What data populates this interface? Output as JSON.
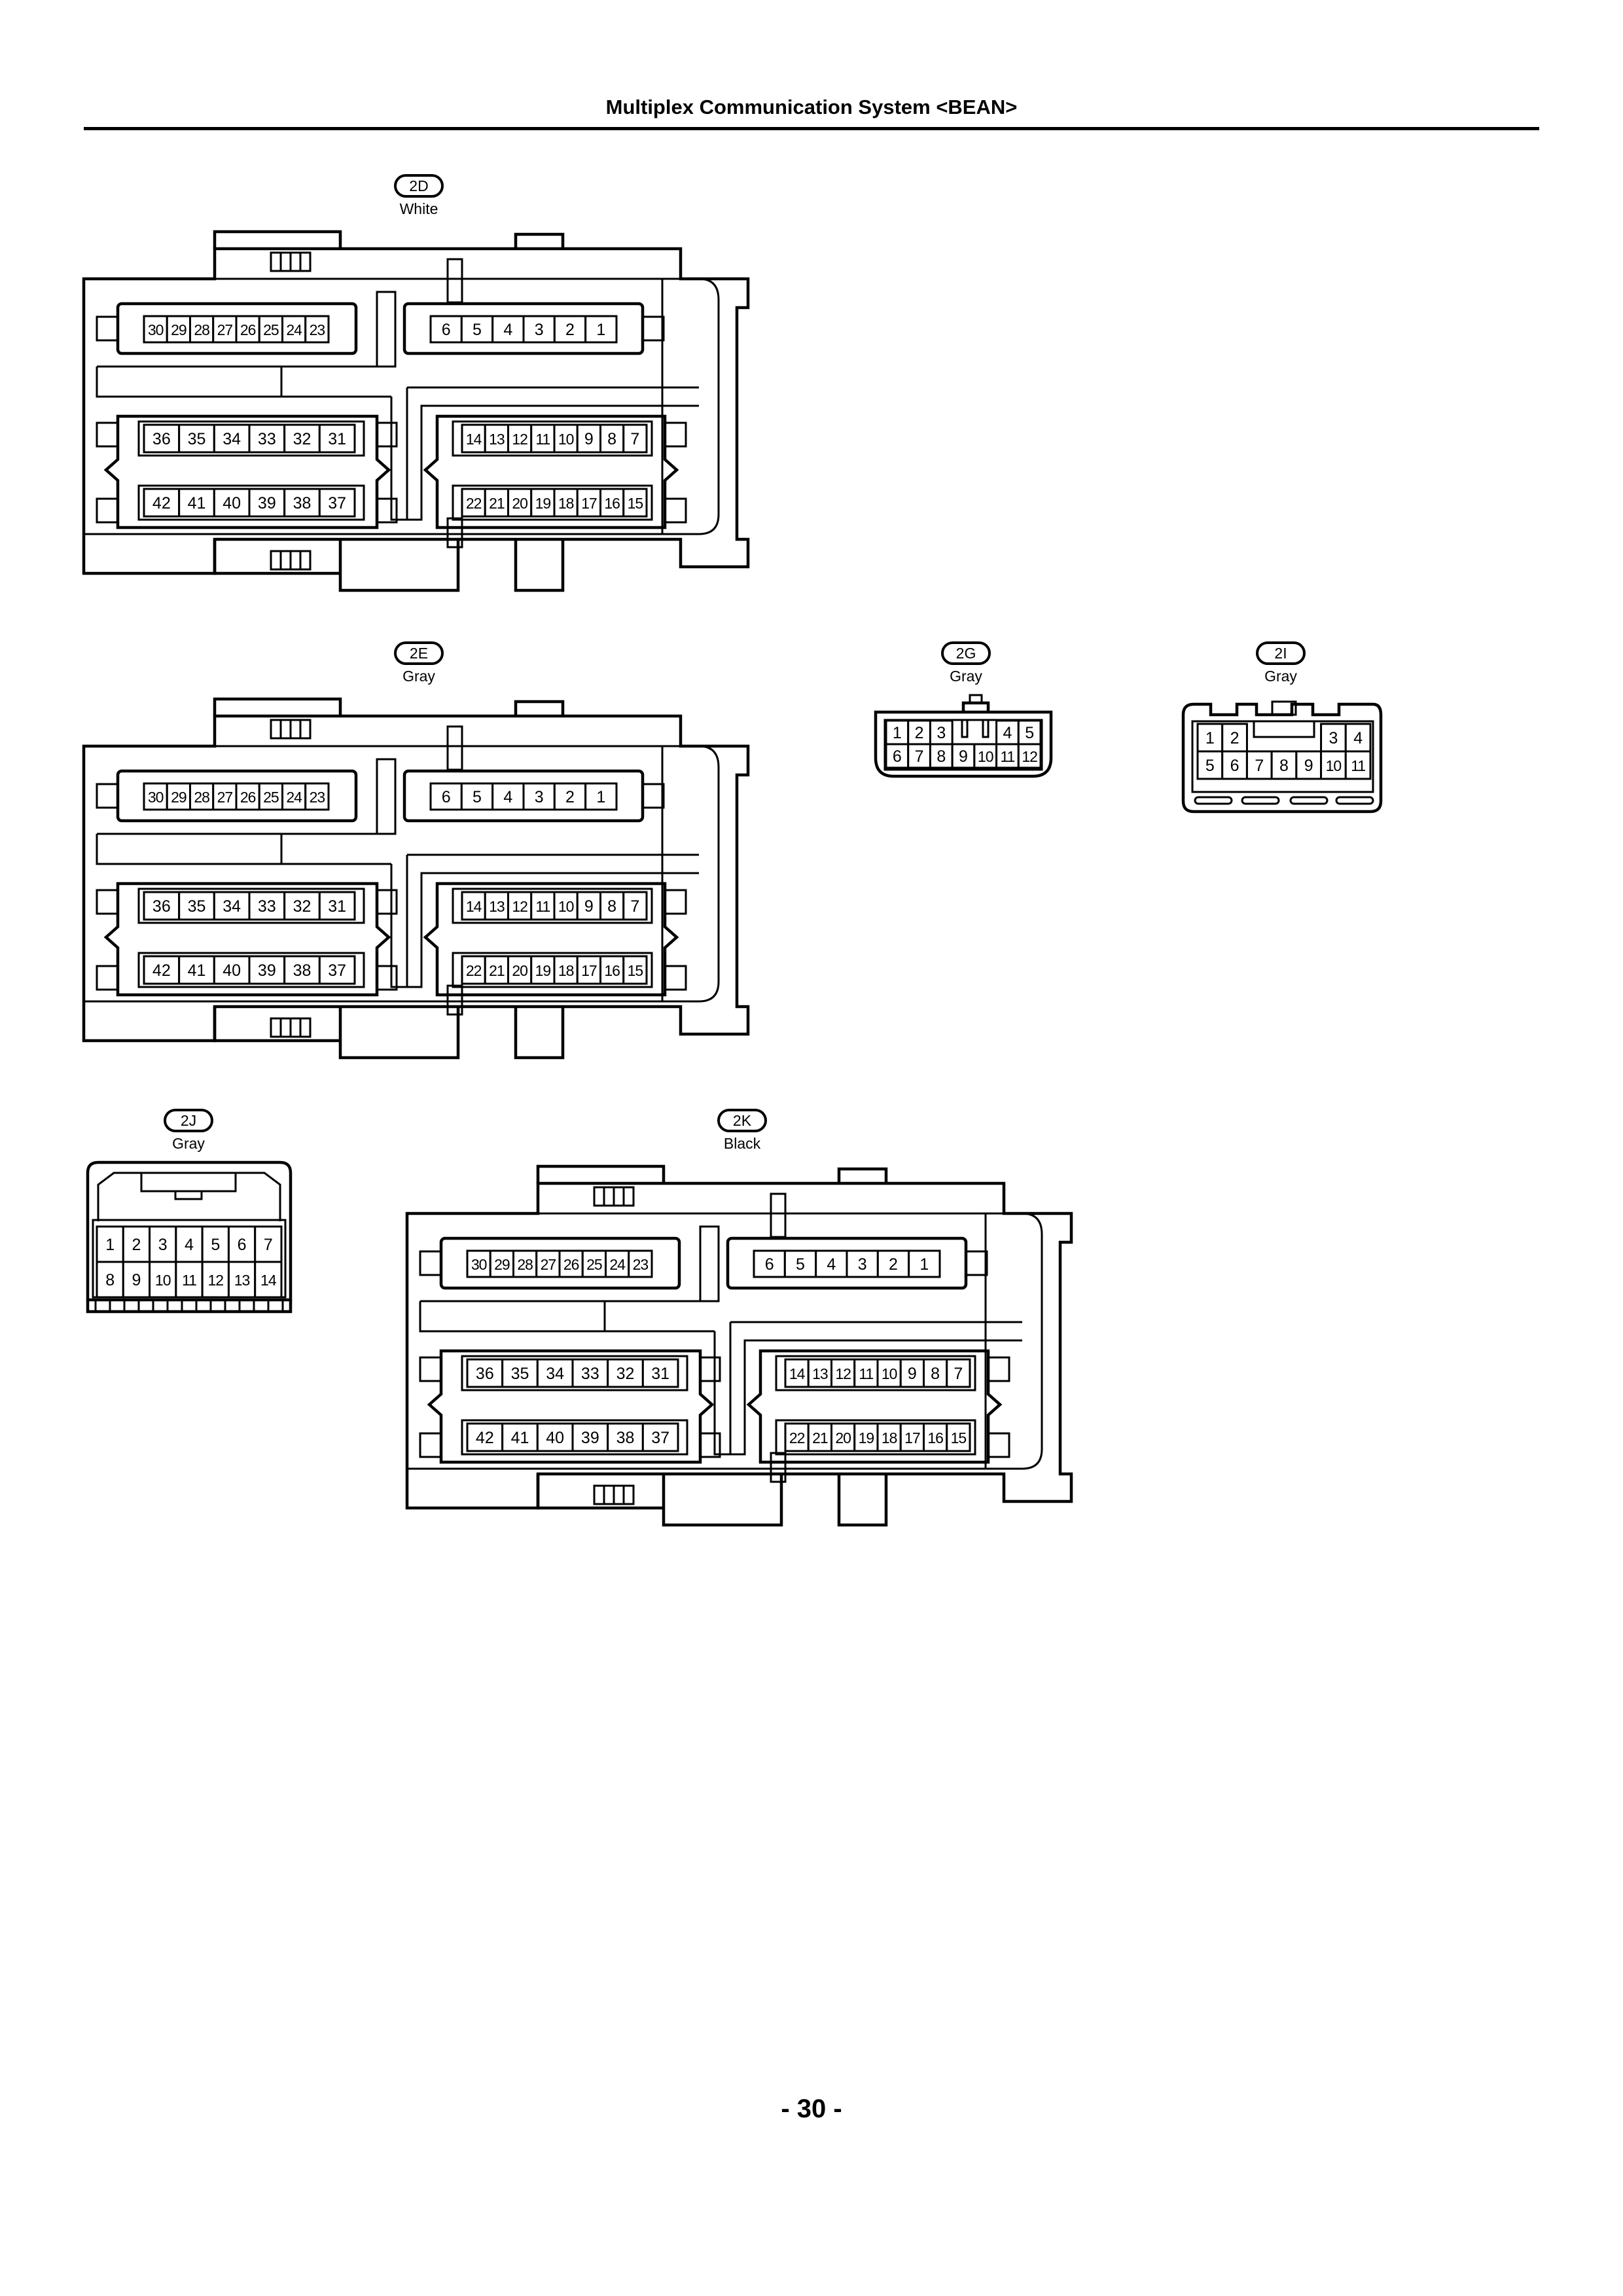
{
  "header": {
    "title": "Multiplex Communication System <BEAN>"
  },
  "footer": {
    "page_number": "- 30 -"
  },
  "big_pin_layout": {
    "row_top_left": [
      "30",
      "29",
      "28",
      "27",
      "26",
      "25",
      "24",
      "23"
    ],
    "row_top_right": [
      "6",
      "5",
      "4",
      "3",
      "2",
      "1"
    ],
    "row_mid_left": [
      "36",
      "35",
      "34",
      "33",
      "32",
      "31"
    ],
    "row_mid_right": [
      "14",
      "13",
      "12",
      "11",
      "10",
      "9",
      "8",
      "7"
    ],
    "row_bot_left": [
      "42",
      "41",
      "40",
      "39",
      "38",
      "37"
    ],
    "row_bot_right": [
      "22",
      "21",
      "20",
      "19",
      "18",
      "17",
      "16",
      "15"
    ]
  },
  "connectors": [
    {
      "id": "2D",
      "color": "White"
    },
    {
      "id": "2E",
      "color": "Gray"
    },
    {
      "id": "2G",
      "color": "Gray",
      "rows": [
        [
          "1",
          "2",
          "3",
          "",
          "",
          "4",
          "5"
        ],
        [
          "6",
          "7",
          "8",
          "9",
          "10",
          "11",
          "12"
        ]
      ]
    },
    {
      "id": "2I",
      "color": "Gray",
      "rows": [
        [
          "1",
          "2",
          "",
          "",
          "",
          "3",
          "4"
        ],
        [
          "5",
          "6",
          "7",
          "8",
          "9",
          "10",
          "11"
        ]
      ]
    },
    {
      "id": "2J",
      "color": "Gray",
      "rows": [
        [
          "1",
          "2",
          "3",
          "4",
          "5",
          "6",
          "7"
        ],
        [
          "8",
          "9",
          "10",
          "11",
          "12",
          "13",
          "14"
        ]
      ]
    },
    {
      "id": "2K",
      "color": "Black"
    }
  ]
}
